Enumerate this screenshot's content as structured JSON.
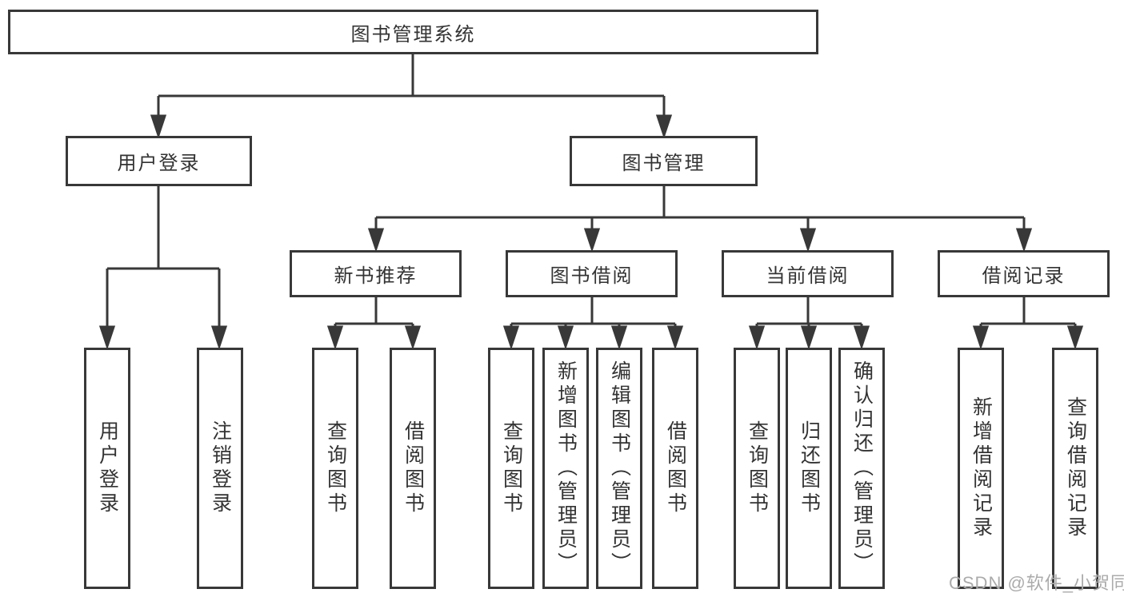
{
  "diagram": {
    "root": {
      "label": "图书管理系统"
    },
    "level2": [
      {
        "label": "用户登录"
      },
      {
        "label": "图书管理"
      }
    ],
    "level3": [
      {
        "label": "新书推荐"
      },
      {
        "label": "图书借阅"
      },
      {
        "label": "当前借阅"
      },
      {
        "label": "借阅记录"
      }
    ],
    "leaves": [
      {
        "label": "用户登录"
      },
      {
        "label": "注销登录"
      },
      {
        "label": "查询图书"
      },
      {
        "label": "借阅图书"
      },
      {
        "label": "查询图书"
      },
      {
        "label": "新增图书（管理员）"
      },
      {
        "label": "编辑图书（管理员）"
      },
      {
        "label": "借阅图书"
      },
      {
        "label": "查询图书"
      },
      {
        "label": "归还图书"
      },
      {
        "label": "确认归还（管理员）"
      },
      {
        "label": "新增借阅记录"
      },
      {
        "label": "查询借阅记录"
      }
    ]
  },
  "watermark": {
    "text": "CSDN @软件_小贺同学"
  },
  "colors": {
    "line": "#383838",
    "box_background": "#ffffff",
    "text": "#333333",
    "watermark": "#ababab"
  }
}
